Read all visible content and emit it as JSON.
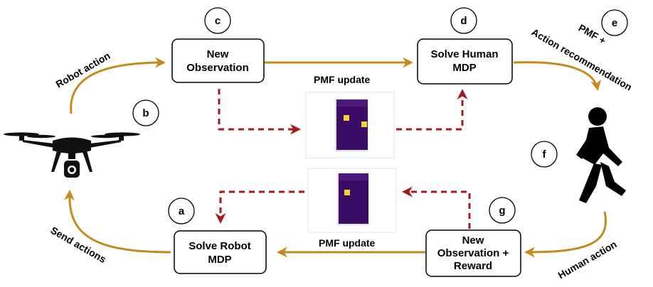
{
  "colors": {
    "orange_arrow": "#C58A1C",
    "red_dashed": "#A21C1C",
    "box_border": "#000000",
    "heatmap_bg": "#3B0C66",
    "heatmap_top": "#4B1A78",
    "heatmap_hot": "#F5D233"
  },
  "boxes": {
    "new_observation": [
      "New",
      "Observation"
    ],
    "solve_human_mdp": [
      "Solve Human",
      "MDP"
    ],
    "solve_robot_mdp": [
      "Solve Robot",
      "MDP"
    ],
    "new_observation_reward": [
      "New",
      "Observation +",
      "Reward"
    ]
  },
  "circles": {
    "a": "a",
    "b": "b",
    "c": "c",
    "d": "d",
    "e": "e",
    "f": "f",
    "g": "g"
  },
  "labels": {
    "robot_action": "Robot action",
    "send_actions": "Send actions",
    "pmf_update_top": "PMF update",
    "pmf_update_bottom": "PMF update",
    "pmf_plus": "PMF +",
    "action_recommendation": "Action recommendation",
    "human_action": "Human action"
  },
  "icons": {
    "drone": "drone-icon",
    "walking_person": "walking-person-icon"
  }
}
